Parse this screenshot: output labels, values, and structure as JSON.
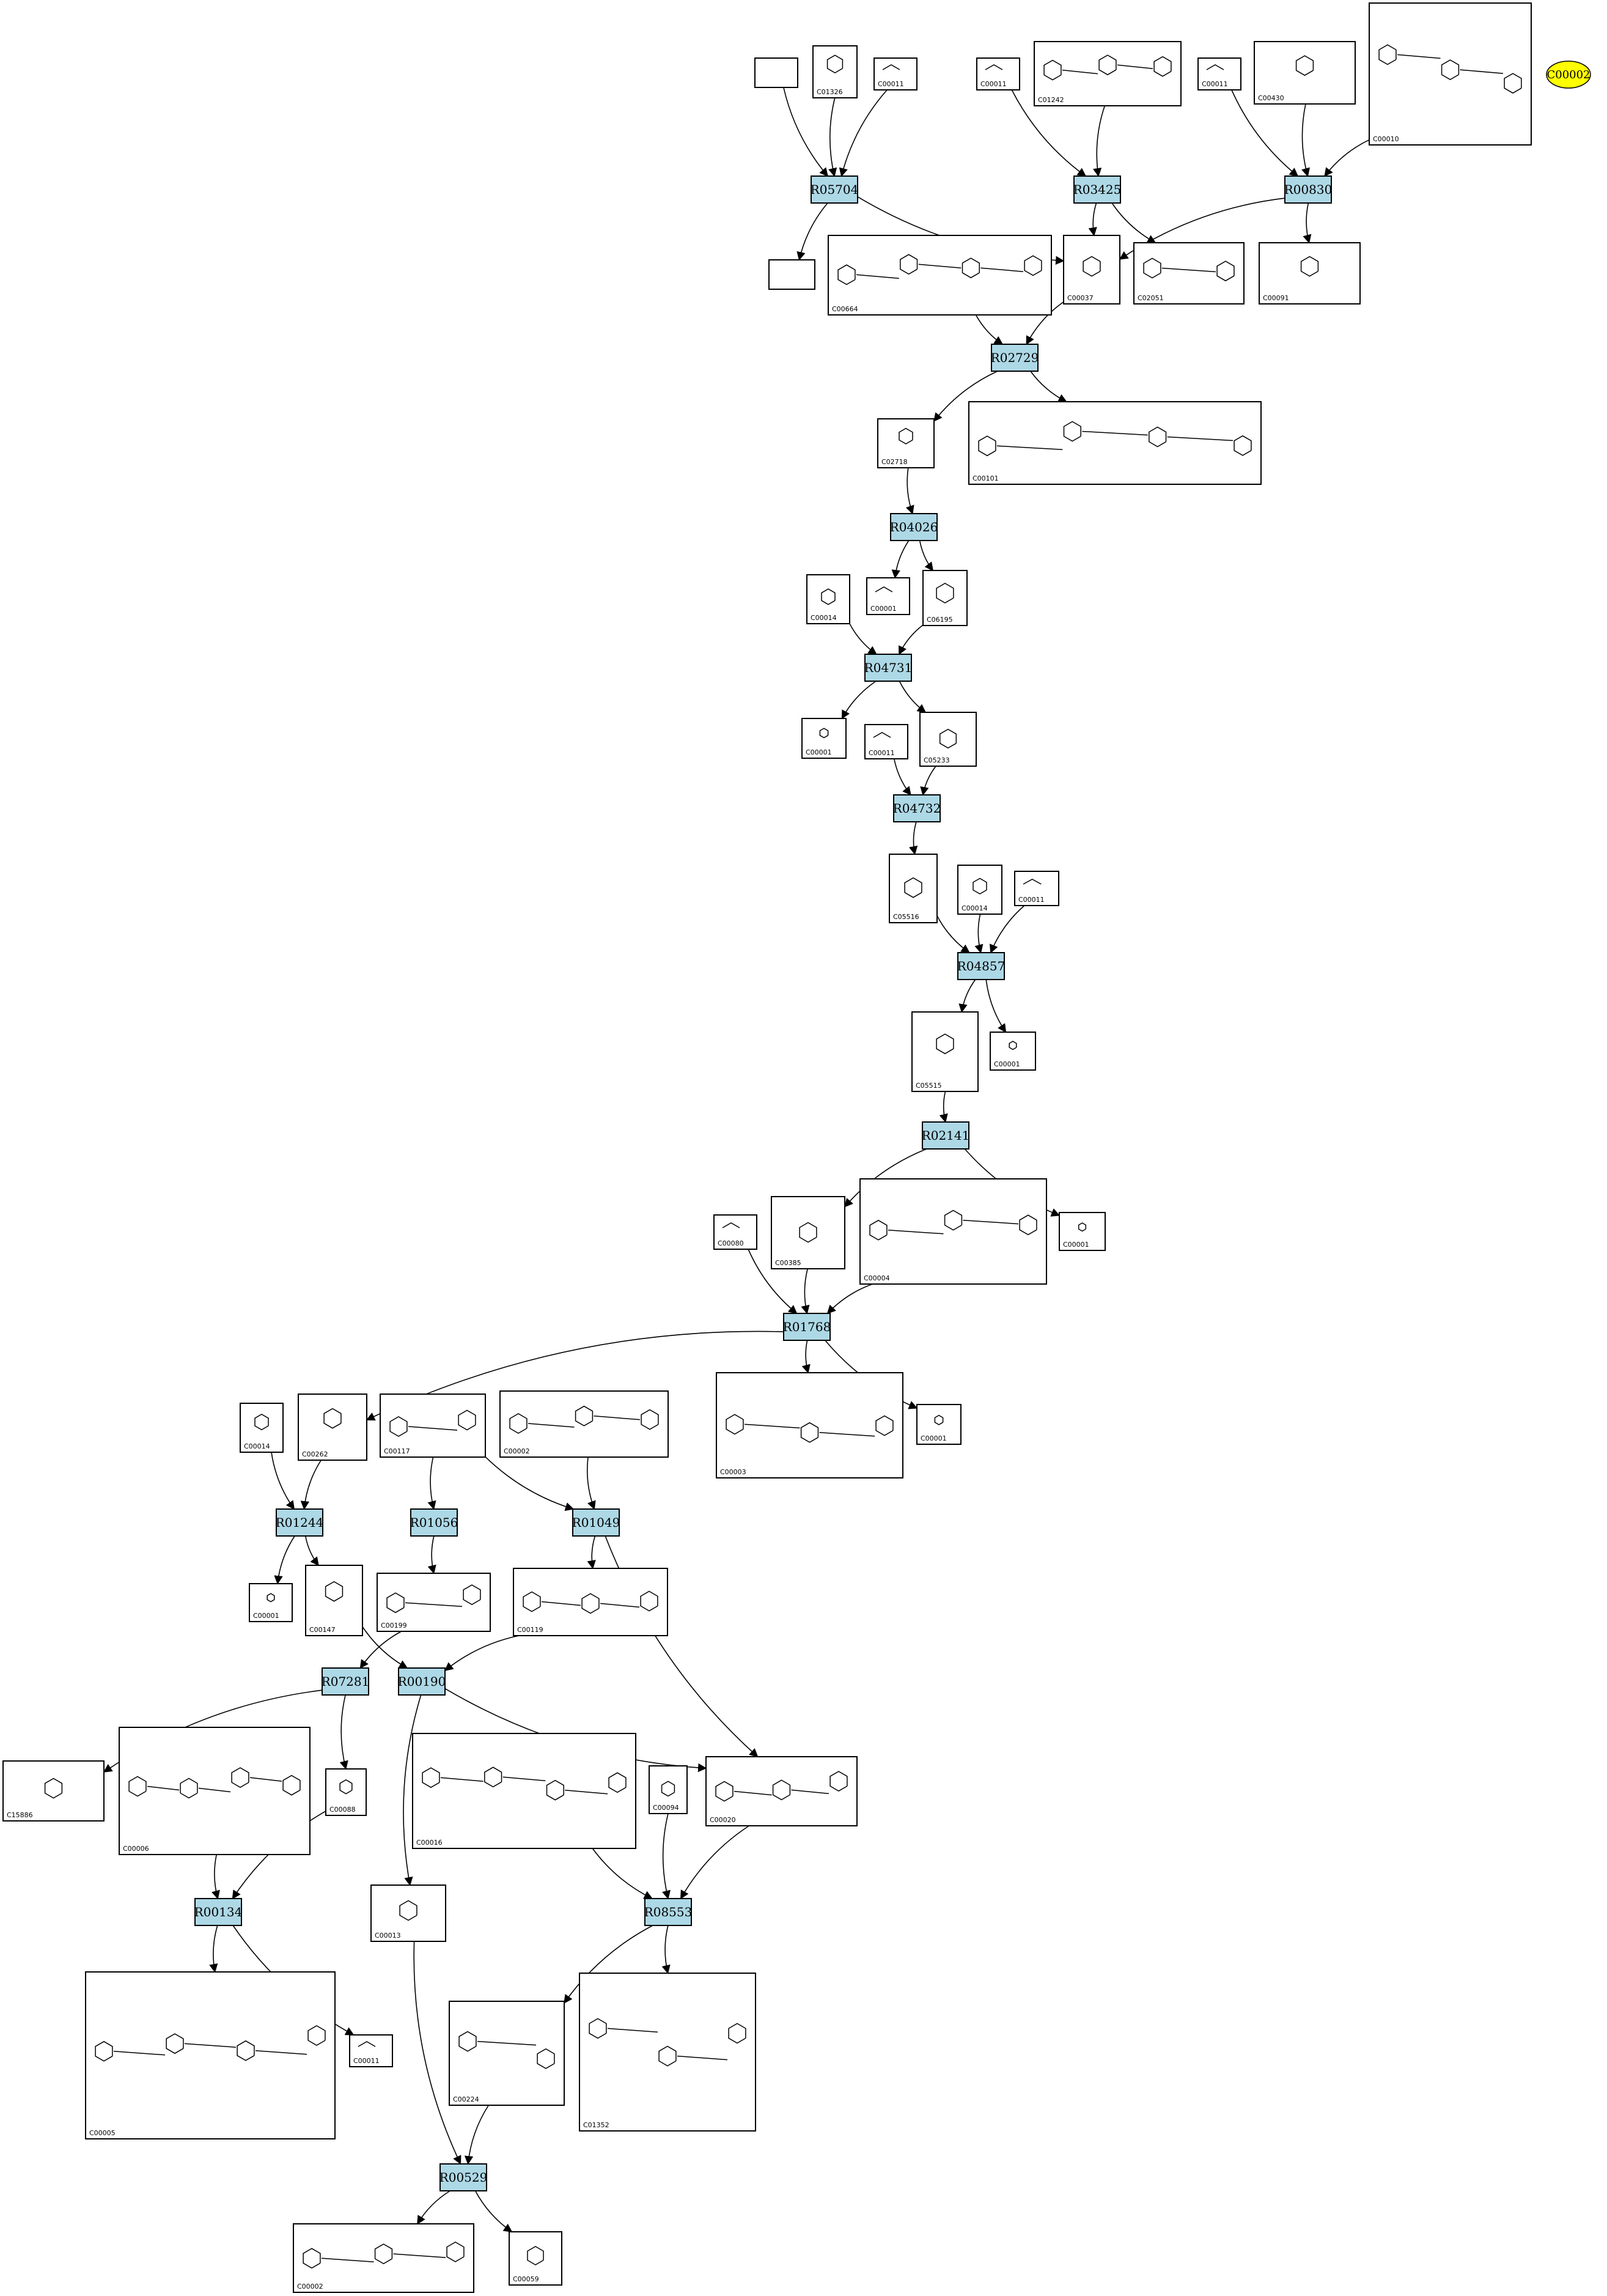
{
  "colors": {
    "reaction_fill": "#add8e6",
    "highlight_fill": "#ffff00",
    "line": "#000000"
  },
  "highlight": {
    "label": "C00002"
  },
  "reactions": [
    {
      "id": "R05704"
    },
    {
      "id": "R03425"
    },
    {
      "id": "R00830"
    },
    {
      "id": "R02729"
    },
    {
      "id": "R04026"
    },
    {
      "id": "R04731"
    },
    {
      "id": "R04732"
    },
    {
      "id": "R04857"
    },
    {
      "id": "R02141"
    },
    {
      "id": "R01768"
    },
    {
      "id": "R01244"
    },
    {
      "id": "R01056"
    },
    {
      "id": "R01049"
    },
    {
      "id": "R07281"
    },
    {
      "id": "R00190"
    },
    {
      "id": "R00134"
    },
    {
      "id": "R08553"
    },
    {
      "id": "R00529"
    }
  ],
  "compounds": [
    {
      "key": "blank_top",
      "label": ""
    },
    {
      "key": "c01326",
      "label": "C01326"
    },
    {
      "key": "c00011_a",
      "label": "C00011"
    },
    {
      "key": "c00011_b",
      "label": "C00011"
    },
    {
      "key": "c01242",
      "label": "C01242"
    },
    {
      "key": "c00011_c",
      "label": "C00011"
    },
    {
      "key": "c00430",
      "label": "C00430"
    },
    {
      "key": "c00010",
      "label": "C00010"
    },
    {
      "key": "blank_mid",
      "label": ""
    },
    {
      "key": "c00664",
      "label": "C00664"
    },
    {
      "key": "c00037",
      "label": "C00037"
    },
    {
      "key": "c02051",
      "label": "C02051"
    },
    {
      "key": "c00091",
      "label": "C00091"
    },
    {
      "key": "c02718",
      "label": "C02718"
    },
    {
      "key": "c00101",
      "label": "C00101"
    },
    {
      "key": "c00014_a",
      "label": "C00014"
    },
    {
      "key": "c00001_a",
      "label": "C00001"
    },
    {
      "key": "c06195",
      "label": "C06195"
    },
    {
      "key": "c00001_b",
      "label": "C00001"
    },
    {
      "key": "c00011_d",
      "label": "C00011"
    },
    {
      "key": "c05233",
      "label": "C05233"
    },
    {
      "key": "c05516",
      "label": "C05516"
    },
    {
      "key": "c00014_b",
      "label": "C00014"
    },
    {
      "key": "c00011_e",
      "label": "C00011"
    },
    {
      "key": "c05515",
      "label": "C05515"
    },
    {
      "key": "c00001_c",
      "label": "C00001"
    },
    {
      "key": "c00080",
      "label": "C00080"
    },
    {
      "key": "c00385",
      "label": "C00385"
    },
    {
      "key": "c00004",
      "label": "C00004"
    },
    {
      "key": "c00001_d",
      "label": "C00001"
    },
    {
      "key": "c00014_c",
      "label": "C00014"
    },
    {
      "key": "c00262",
      "label": "C00262"
    },
    {
      "key": "c00117",
      "label": "C00117"
    },
    {
      "key": "c00002_a",
      "label": "C00002"
    },
    {
      "key": "c00003",
      "label": "C00003"
    },
    {
      "key": "c00001_e",
      "label": "C00001"
    },
    {
      "key": "c00001_f",
      "label": "C00001"
    },
    {
      "key": "c00147",
      "label": "C00147"
    },
    {
      "key": "c00199",
      "label": "C00199"
    },
    {
      "key": "c00119",
      "label": "C00119"
    },
    {
      "key": "c15886",
      "label": "C15886"
    },
    {
      "key": "c00006",
      "label": "C00006"
    },
    {
      "key": "c00088",
      "label": "C00088"
    },
    {
      "key": "c00016",
      "label": "C00016"
    },
    {
      "key": "c00094",
      "label": "C00094"
    },
    {
      "key": "c00020",
      "label": "C00020"
    },
    {
      "key": "c00013",
      "label": "C00013"
    },
    {
      "key": "c00005",
      "label": "C00005"
    },
    {
      "key": "c00011_f",
      "label": "C00011"
    },
    {
      "key": "c00224",
      "label": "C00224"
    },
    {
      "key": "c01352",
      "label": "C01352"
    },
    {
      "key": "c00002_b",
      "label": "C00002"
    },
    {
      "key": "c00059",
      "label": "C00059"
    }
  ],
  "edges": [
    [
      "blank_top",
      "R05704"
    ],
    [
      "c01326",
      "R05704"
    ],
    [
      "c00011_a",
      "R05704"
    ],
    [
      "R05704",
      "blank_mid"
    ],
    [
      "R05704",
      "c00037"
    ],
    [
      "c00011_b",
      "R03425"
    ],
    [
      "c01242",
      "R03425"
    ],
    [
      "R03425",
      "c00037"
    ],
    [
      "R03425",
      "c02051"
    ],
    [
      "c00011_c",
      "R00830"
    ],
    [
      "c00430",
      "R00830"
    ],
    [
      "c00010",
      "R00830"
    ],
    [
      "R00830",
      "c00037"
    ],
    [
      "R00830",
      "c00091"
    ],
    [
      "c00664",
      "R02729"
    ],
    [
      "c00037",
      "R02729"
    ],
    [
      "R02729",
      "c02718"
    ],
    [
      "R02729",
      "c00101"
    ],
    [
      "c02718",
      "R04026"
    ],
    [
      "R04026",
      "c00001_a"
    ],
    [
      "R04026",
      "c06195"
    ],
    [
      "c00014_a",
      "R04731"
    ],
    [
      "c06195",
      "R04731"
    ],
    [
      "R04731",
      "c00001_b"
    ],
    [
      "R04731",
      "c05233"
    ],
    [
      "c00011_d",
      "R04732"
    ],
    [
      "c05233",
      "R04732"
    ],
    [
      "R04732",
      "c05516"
    ],
    [
      "c05516",
      "R04857"
    ],
    [
      "c00014_b",
      "R04857"
    ],
    [
      "c00011_e",
      "R04857"
    ],
    [
      "R04857",
      "c05515"
    ],
    [
      "R04857",
      "c00001_c"
    ],
    [
      "c05515",
      "R02141"
    ],
    [
      "R02141",
      "c00385"
    ],
    [
      "R02141",
      "c00001_d"
    ],
    [
      "c00080",
      "R01768"
    ],
    [
      "c00385",
      "R01768"
    ],
    [
      "c00004",
      "R01768"
    ],
    [
      "R01768",
      "c00262"
    ],
    [
      "R01768",
      "c00003"
    ],
    [
      "R01768",
      "c00001_e"
    ],
    [
      "c00014_c",
      "R01244"
    ],
    [
      "c00262",
      "R01244"
    ],
    [
      "R01244",
      "c00001_f"
    ],
    [
      "R01244",
      "c00147"
    ],
    [
      "c00117",
      "R01056"
    ],
    [
      "c00117",
      "R01049"
    ],
    [
      "c00002_a",
      "R01049"
    ],
    [
      "R01056",
      "c00199"
    ],
    [
      "R01049",
      "c00119"
    ],
    [
      "R01049",
      "c00020"
    ],
    [
      "c00147",
      "R00190"
    ],
    [
      "c00119",
      "R00190"
    ],
    [
      "c00199",
      "R07281"
    ],
    [
      "R07281",
      "c15886"
    ],
    [
      "R07281",
      "c00088"
    ],
    [
      "R00190",
      "c00013"
    ],
    [
      "R00190",
      "c00020"
    ],
    [
      "c00006",
      "R00134"
    ],
    [
      "c00088",
      "R00134"
    ],
    [
      "R00134",
      "c00005"
    ],
    [
      "R00134",
      "c00011_f"
    ],
    [
      "c00016",
      "R08553"
    ],
    [
      "c00094",
      "R08553"
    ],
    [
      "c00020",
      "R08553"
    ],
    [
      "R08553",
      "c00224"
    ],
    [
      "R08553",
      "c01352"
    ],
    [
      "c00013",
      "R00529"
    ],
    [
      "c00224",
      "R00529"
    ],
    [
      "R00529",
      "c00002_b"
    ],
    [
      "R00529",
      "c00059"
    ]
  ]
}
